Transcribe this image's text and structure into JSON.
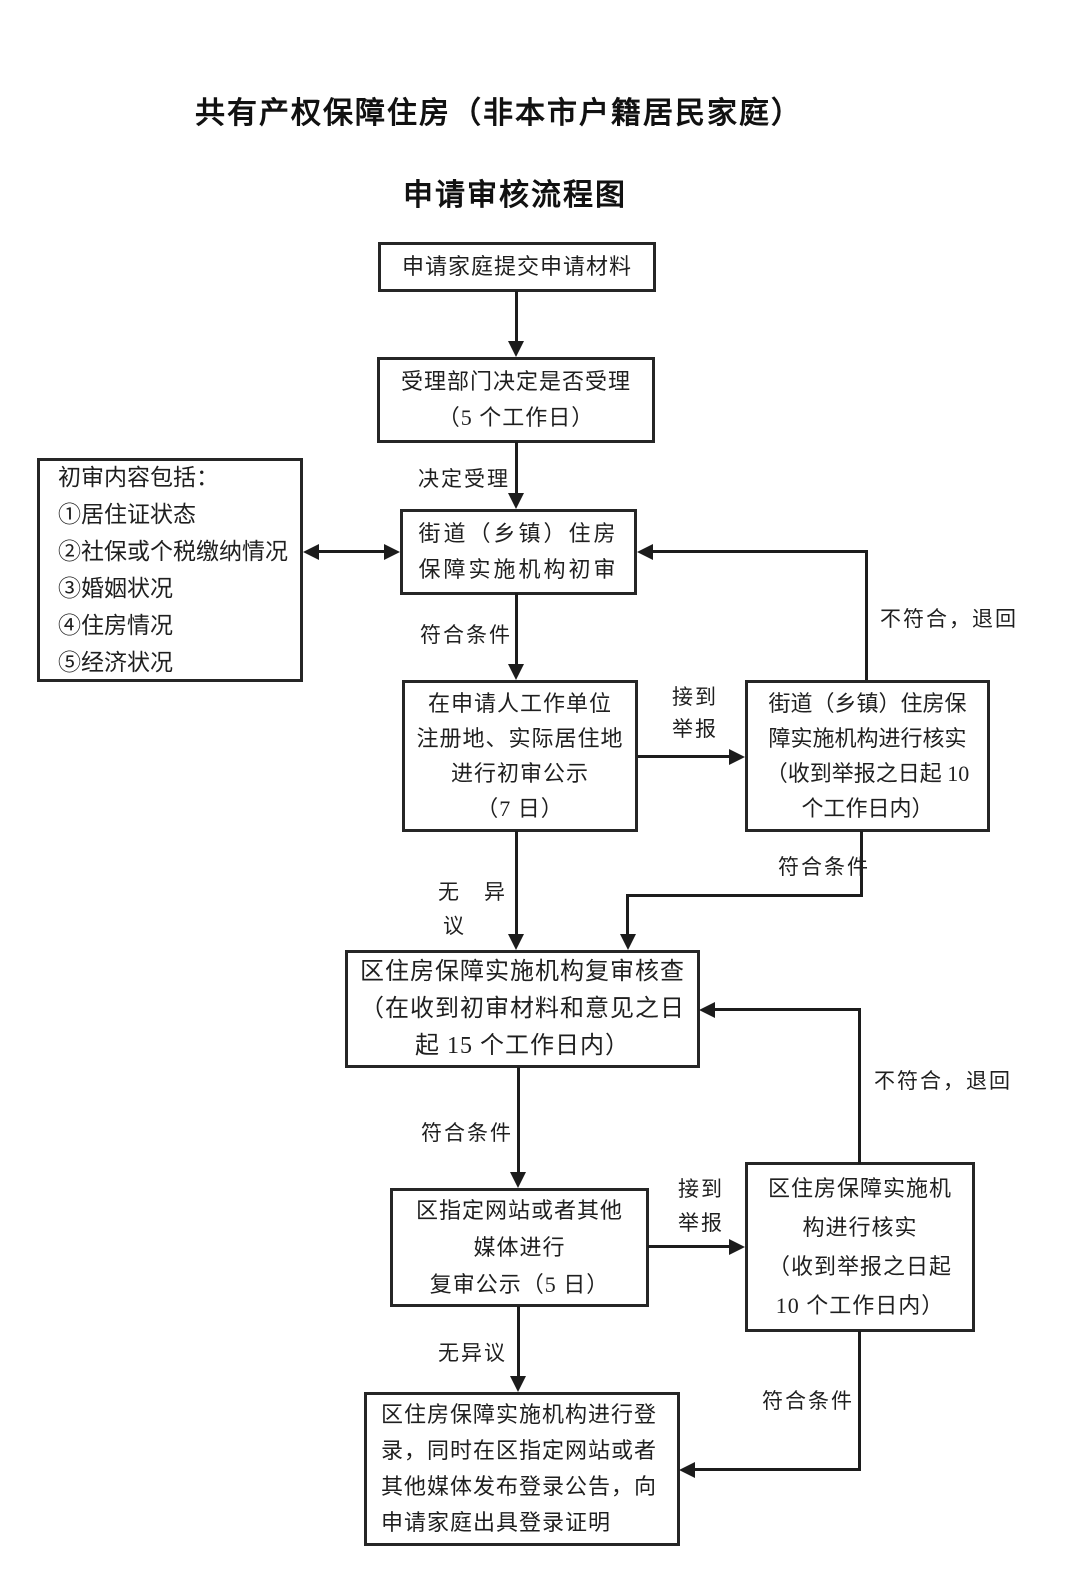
{
  "title": "共有产权保障住房（非本市户籍居民家庭）",
  "subtitle": "申请审核流程图",
  "colors": {
    "line": "#1c1c1c",
    "text": "#1f1f1f",
    "background": "#ffffff"
  },
  "flow": {
    "node_submit": {
      "lines": [
        "申请家庭提交申请材料"
      ]
    },
    "node_acceptance": {
      "lines": [
        "受理部门决定是否受理",
        "（5 个工作日）"
      ]
    },
    "node_street_initial_review": {
      "lines": [
        "街道（乡镇）住房",
        "保障实施机构初审"
      ]
    },
    "node_review_content": {
      "lines": [
        "初审内容包括：",
        "①居住证状态",
        "②社保或个税缴纳情况",
        "③婚姻状况",
        "④住房情况",
        "⑤经济状况"
      ]
    },
    "node_initial_publicity": {
      "lines": [
        "在申请人工作单位",
        "注册地、实际居住地",
        "进行初审公示",
        "（7 日）"
      ]
    },
    "node_street_verify": {
      "lines": [
        "街道（乡镇）住房保",
        "障实施机构进行核实",
        "（收到举报之日起 10",
        "个工作日内）"
      ]
    },
    "node_district_review": {
      "lines": [
        "区住房保障实施机构复审核查",
        "（在收到初审材料和意见之日",
        "起 15 个工作日内）"
      ]
    },
    "node_review_publicity": {
      "lines": [
        "区指定网站或者其他",
        "媒体进行",
        "复审公示（5 日）"
      ]
    },
    "node_district_verify": {
      "lines": [
        "区住房保障实施机",
        "构进行核实",
        "（收到举报之日起",
        "10 个工作日内）"
      ]
    },
    "node_registration": {
      "lines": [
        "区住房保障实施机构进行登",
        "录，同时在区指定网站或者",
        "其他媒体发布登录公告，向",
        "申请家庭出具登录证明"
      ]
    }
  },
  "edge_labels": {
    "decide_accept": "决定受理",
    "meet_criteria_1": "符合条件",
    "receive_report_1a": "接到",
    "receive_report_1b": "举报",
    "not_meet_return_1": "不符合，退回",
    "meet_criteria_2": "符合条件",
    "no_objection_1a": "无　异",
    "no_objection_1b": "议",
    "meet_criteria_3": "符合条件",
    "receive_report_2a": "接到",
    "receive_report_2b": "举报",
    "not_meet_return_2": "不符合，退回",
    "no_objection_2": "无异议",
    "meet_criteria_4": "符合条件"
  }
}
